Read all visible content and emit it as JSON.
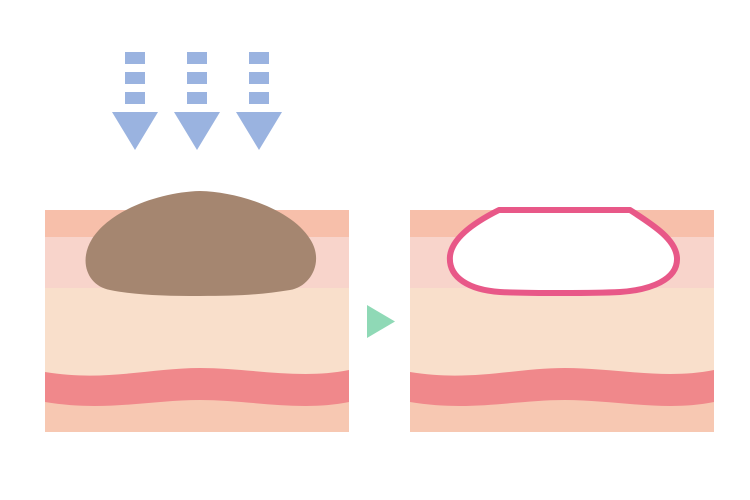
{
  "colors": {
    "background": "#ffffff",
    "arrow": "#9ab3e0",
    "epidermis_top": "#f7bfaa",
    "epidermis_lower": "#f8d4cb",
    "dermis": "#f9dfcb",
    "wavy_band": "#f0888b",
    "bottom_layer": "#f7c8b2",
    "mole": "#a58670",
    "removal_outline": "#e85888",
    "step_arrow": "#8fd9b6"
  },
  "icons": {
    "energy_arrows": "down-arrow-dashed-icon",
    "step_arrow": "play-triangle-icon"
  },
  "panels": [
    {
      "name": "before",
      "lesion": "mole"
    },
    {
      "name": "after",
      "lesion": "removed"
    }
  ]
}
